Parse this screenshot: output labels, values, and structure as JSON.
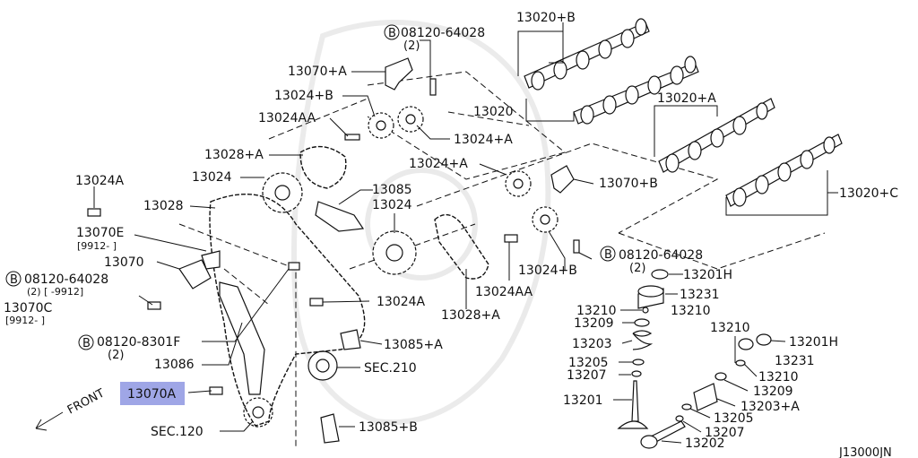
{
  "diagram_ref": "J13000JN",
  "front_label": "FRONT",
  "highlighted_part": "13070A",
  "labels": {
    "cam_bp": "13020+B",
    "cam": "13020",
    "cam_a": "13020+A",
    "cam_c": "13020+C",
    "bolt_top_b": "B",
    "bolt_top": "08120-64028",
    "bolt_top_qty": "(2)",
    "tensioner_top_a": "13070+A",
    "spr_24b_top": "13024+B",
    "bolt_24aa_top": "13024AA",
    "spr_24a_top": "13024+A",
    "guide_28a_left": "13028+A",
    "spr_24_left": "13024",
    "bolt_24a_left": "13024A",
    "chain_28": "13028",
    "guide_85": "13085",
    "spr_24_mid": "13024",
    "spr_24a_mid": "13024+A",
    "tensioner_b": "13070+B",
    "spr_24b_right": "13024+B",
    "bolt_right_b": "B",
    "bolt_right": "08120-64028",
    "bolt_right_qty": "(2)",
    "bolt_24aa_mid": "13024AA",
    "guide_28a_mid": "13028+A",
    "bolt_24a_mid": "13024A",
    "tensioner_e": "13070E",
    "tensioner_e_note": "[9912-  ]",
    "tensioner_70": "13070",
    "bolt_left_b": "B",
    "bolt_left": "08120-64028",
    "bolt_left_qty": "(2) [   -9912]",
    "tensioner_c": "13070C",
    "tensioner_c_note": "[9912-  ]",
    "bolt_8301_b": "B",
    "bolt_8301": "08120-8301F",
    "bolt_8301_qty": "(2)",
    "slack_guide": "13086",
    "guide_85a": "13085+A",
    "sec210": "SEC.210",
    "sec120": "SEC.120",
    "guide_85b": "13085+B",
    "valve_201h": "13201H",
    "valve_231": "13231",
    "valve_210a": "13210",
    "valve_210b": "13210",
    "valve_209": "13209",
    "valve_203": "13203",
    "valve_205": "13205",
    "valve_207": "13207",
    "valve_201": "13201",
    "r_210": "13210",
    "r_201h": "13201H",
    "r_231": "13231",
    "r_210b": "13210",
    "r_209": "13209",
    "r_203a": "13203+A",
    "r_205": "13205",
    "r_207": "13207",
    "r_202": "13202"
  }
}
